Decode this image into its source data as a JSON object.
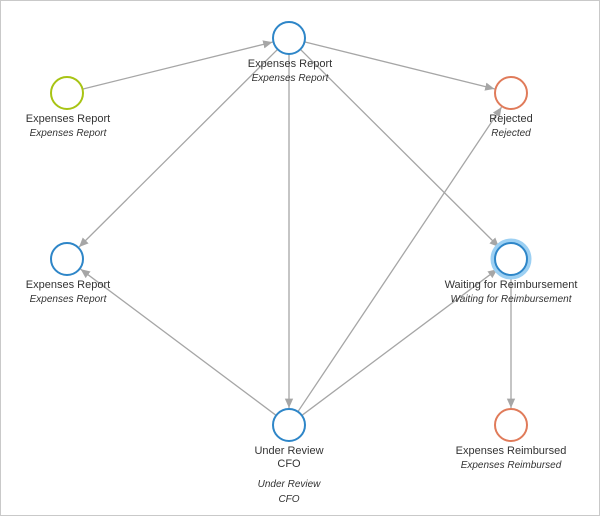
{
  "diagram": {
    "colors": {
      "edge": "#a6a6a6",
      "start": "#a8c414",
      "normal": "#2e86c8",
      "rejected": "#e07b5a",
      "selected_glow": "#9cd0f3"
    },
    "nodes": {
      "top": {
        "title": "Expenses Report",
        "subtitle": "Expenses Report"
      },
      "start": {
        "title": "Expenses Report",
        "subtitle": "Expenses Report"
      },
      "rejected": {
        "title": "Rejected",
        "subtitle": "Rejected"
      },
      "left": {
        "title": "Expenses Report",
        "subtitle": "Expenses Report"
      },
      "waiting": {
        "title": "Waiting for Reimbursement",
        "subtitle": "Waiting for Reimbursement"
      },
      "review": {
        "title": "Under Review\nCFO",
        "subtitle": "Under Review\nCFO"
      },
      "reimbursed": {
        "title": "Expenses Reimbursed",
        "subtitle": "Expenses Reimbursed"
      }
    },
    "edges": [
      {
        "from": "start",
        "to": "top"
      },
      {
        "from": "top",
        "to": "rejected"
      },
      {
        "from": "top",
        "to": "waiting"
      },
      {
        "from": "top",
        "to": "left"
      },
      {
        "from": "top",
        "to": "review"
      },
      {
        "from": "review",
        "to": "left"
      },
      {
        "from": "review",
        "to": "rejected"
      },
      {
        "from": "review",
        "to": "waiting"
      },
      {
        "from": "waiting",
        "to": "reimbursed"
      }
    ]
  }
}
